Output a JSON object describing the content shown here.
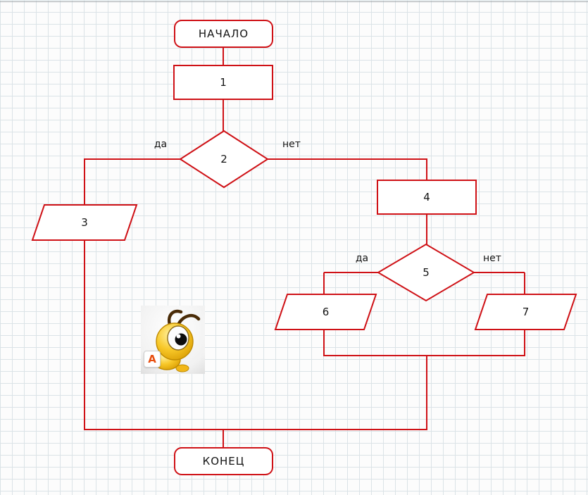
{
  "colors": {
    "stroke": "#cf1116",
    "grid": "#dbe3e7",
    "text": "#141414",
    "letter": "#e84e0f"
  },
  "flowchart": {
    "start": {
      "label": "НАЧАЛО"
    },
    "process1": {
      "label": "1"
    },
    "decision2": {
      "label": "2",
      "yes": "да",
      "no": "нет"
    },
    "io3": {
      "label": "3"
    },
    "process4": {
      "label": "4"
    },
    "decision5": {
      "label": "5",
      "yes": "да",
      "no": "нет"
    },
    "io6": {
      "label": "6"
    },
    "io7": {
      "label": "7"
    },
    "end": {
      "label": "КОНЕЦ"
    }
  },
  "mascot": {
    "letter": "A"
  }
}
